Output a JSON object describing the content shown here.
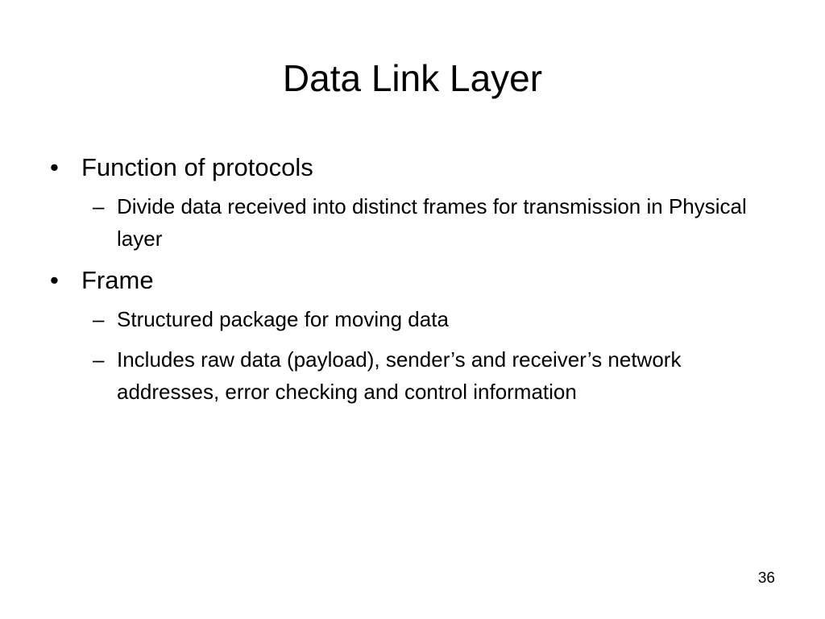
{
  "slide": {
    "title": "Data Link Layer",
    "bullet_char": "•",
    "dash_char": "–",
    "bullets": [
      {
        "text": "Function of protocols",
        "subitems": [
          "Divide data received into distinct frames for transmission in Physical layer"
        ]
      },
      {
        "text": "Frame",
        "subitems": [
          "Structured package for moving data",
          "Includes raw data (payload), sender’s and receiver’s network addresses, error checking and control information"
        ]
      }
    ],
    "page_number": "36"
  }
}
